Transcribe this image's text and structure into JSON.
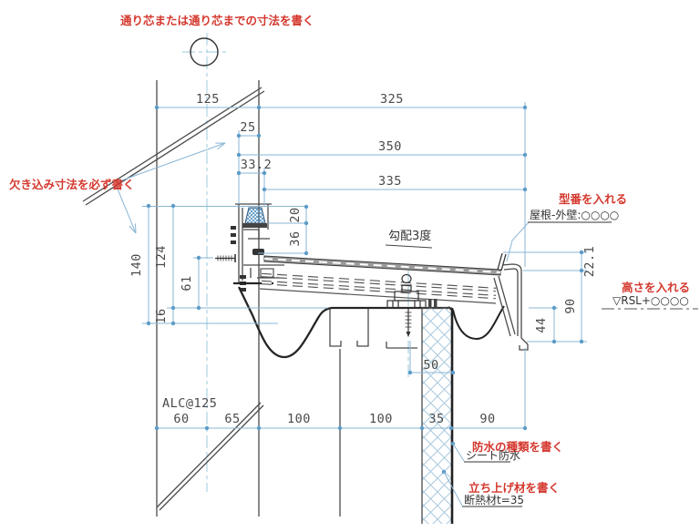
{
  "drawing": {
    "type": "architectural-roof-parapet-section-detail",
    "notes_red": {
      "top_note": "通り芯または通り芯までの寸法を書く",
      "notch_note": "欠き込み寸法を必ず書く",
      "model_note": "型番を入れる",
      "height_note": "高さを入れる",
      "waterproof_note": "防水の種類を書く",
      "upstand_note": "立ち上げ材を書く"
    },
    "labels": {
      "model_value": "屋根-外壁:○○○○",
      "height_value": "▽RSL+○○○○",
      "waterproof_value": "シート防水",
      "upstand_value": "断熱材t=35",
      "slope_label": "勾配3度",
      "wall_label": "ALC@125"
    },
    "dims_top": {
      "d125": "125",
      "d325": "325",
      "d25": "25",
      "d350": "350",
      "d33_2": "33.2",
      "d335": "335"
    },
    "dims_left": {
      "d140": "140",
      "d124": "124",
      "d61": "61",
      "d16": "16"
    },
    "dims_mid": {
      "d20": "20",
      "d36": "36",
      "d50": "50"
    },
    "dims_right": {
      "d22_1": "22.1",
      "d90": "90",
      "d44": "44"
    },
    "dims_bottom": {
      "d60": "60",
      "d65": "65",
      "d100a": "100",
      "d100b": "100",
      "d35": "35",
      "d90b": "90"
    },
    "colors": {
      "dimension_blue": "#8ab6d4",
      "note_red": "#d4382e",
      "line_dark": "#4a4a4a",
      "hatch_blue": "#a9c9de"
    }
  }
}
